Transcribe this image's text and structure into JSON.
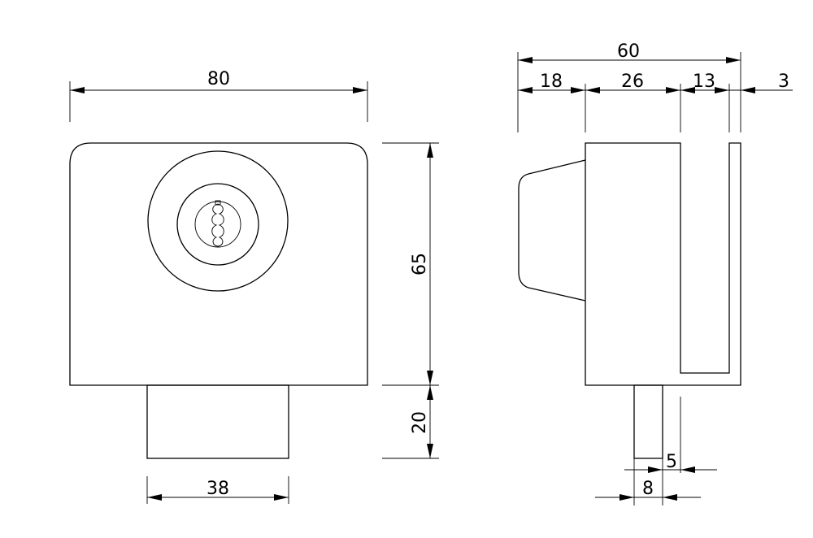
{
  "dimensions": {
    "front_width": "80",
    "front_height": "65",
    "stem_height": "20",
    "stem_width": "38",
    "side_total": "60",
    "side_seg1": "18",
    "side_seg2": "26",
    "side_seg3": "13",
    "side_seg4": "3",
    "pin_width": "5",
    "pin_offset": "8"
  }
}
